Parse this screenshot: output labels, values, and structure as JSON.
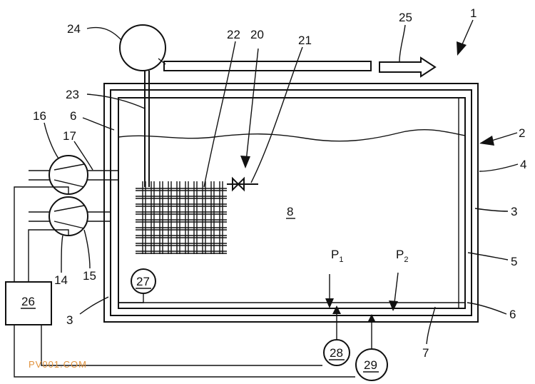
{
  "labels": {
    "l1": "1",
    "l2": "2",
    "l3a": "3",
    "l3b": "3",
    "l4": "4",
    "l5": "5",
    "l6a": "6",
    "l6b": "6",
    "l7": "7",
    "l8": "8",
    "l14": "14",
    "l15": "15",
    "l16": "16",
    "l17": "17",
    "l20": "20",
    "l21": "21",
    "l22": "22",
    "l23": "23",
    "l24": "24",
    "l25": "25",
    "l26": "26",
    "l27": "27",
    "l28": "28",
    "l29": "29",
    "p1_main": "P",
    "p1_sub": "1",
    "p2_main": "P",
    "p2_sub": "2"
  },
  "watermark": "PV001.COM",
  "colors": {
    "line": "#111111",
    "background": "#ffffff",
    "watermark": "#e0923c"
  }
}
